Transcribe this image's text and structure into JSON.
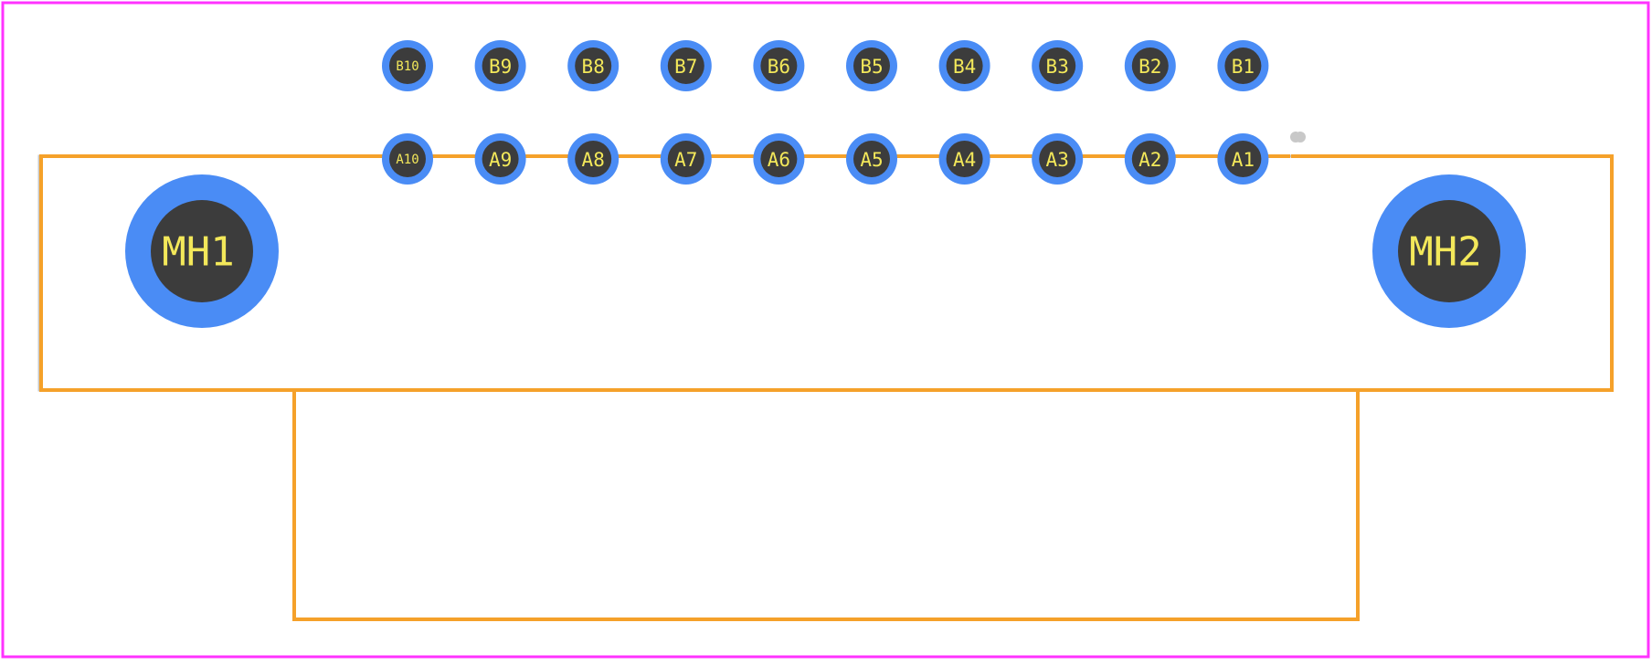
{
  "colors": {
    "board_outline": "#ff33ff",
    "silkscreen": "#f5a12a",
    "courtyard": "#c8c8c8",
    "pad_ring": "#4a8cf5",
    "pad_hole": "#3c3c3c",
    "label": "#f3e85a"
  },
  "pads_row_b": [
    "B10",
    "B9",
    "B8",
    "B7",
    "B6",
    "B5",
    "B4",
    "B3",
    "B2",
    "B1"
  ],
  "pads_row_a": [
    "A10",
    "A9",
    "A8",
    "A7",
    "A6",
    "A5",
    "A4",
    "A3",
    "A2",
    "A1"
  ],
  "mounting_holes": [
    "MH1",
    "MH2"
  ]
}
